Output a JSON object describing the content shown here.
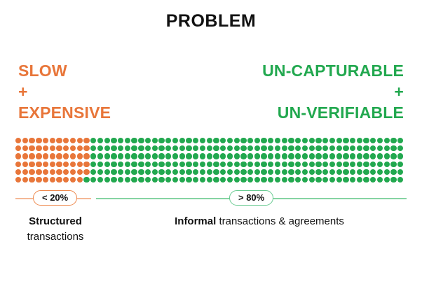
{
  "slide": {
    "title": "PROBLEM",
    "background_color": "#ffffff"
  },
  "colors": {
    "orange": "#E8763A",
    "green": "#22A84F",
    "orange_rule": "#F4B896",
    "green_rule": "#86D4A3",
    "orange_pill_border": "#EE8A4F",
    "green_pill_border": "#69CB92",
    "text": "#111111"
  },
  "headlines": {
    "left": {
      "line1": "SLOW",
      "plus": "+",
      "line2": "EXPENSIVE",
      "color": "#E8763A",
      "align": "left"
    },
    "right": {
      "line1": "UN-CAPTURABLE",
      "plus": "+",
      "line2": "UN-VERIFIABLE",
      "color": "#22A84F",
      "align": "right"
    }
  },
  "pills": {
    "left_label": "< 20%",
    "right_label": "> 80%"
  },
  "captions": {
    "left": {
      "bold": "Structured",
      "normal": "transactions"
    },
    "right": {
      "bold": "Informal",
      "normal": " transactions & agreements"
    }
  },
  "chart_data": {
    "type": "waffle",
    "title": "PROBLEM",
    "total_columns": 57,
    "total_rows": 6,
    "total_dots": 342,
    "categories": [
      "Structured transactions",
      "Informal transactions & agreements"
    ],
    "values": [
      65,
      277
    ],
    "percent_labels": [
      "< 20%",
      "> 80%"
    ],
    "colors": [
      "#E8763A",
      "#22A84F"
    ],
    "orange_columns_per_row": [
      11,
      11,
      11,
      11,
      11,
      10
    ],
    "legend": "position: below grid",
    "grid": false,
    "annotations": [
      "SLOW + EXPENSIVE",
      "UN-CAPTURABLE + UN-VERIFIABLE"
    ]
  }
}
